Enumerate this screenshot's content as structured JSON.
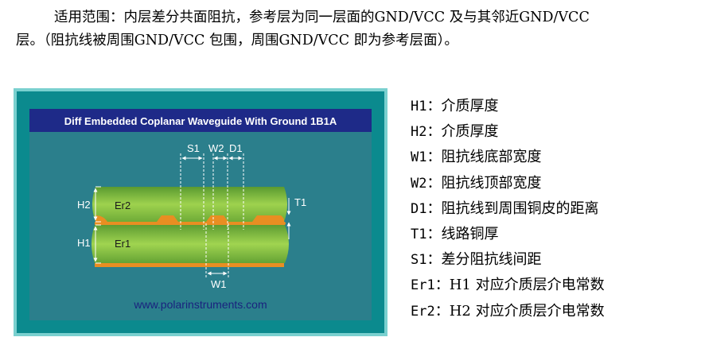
{
  "intro": {
    "line1": "适用范围：内层差分共面阻抗，参考层为同一层面的GND/VCC 及与其邻近GND/VCC",
    "line2": "层。（阻抗线被周围GND/VCC 包围，周围GND/VCC 即为参考层面）。"
  },
  "figure": {
    "title": "Diff Embedded Coplanar Waveguide With Ground 1B1A",
    "labels": {
      "s1": "S1",
      "w2": "W2",
      "d1": "D1",
      "h2": "H2",
      "h1": "H1",
      "er2": "Er2",
      "er1": "Er1",
      "t1": "T1",
      "w1": "W1"
    },
    "url": "www.polarinstruments.com",
    "colors": {
      "frame": "#0b8a8e",
      "frame_edge": "#7ad0cf",
      "title_bg": "#1e2a88",
      "title_text": "#ffffff",
      "inner_bg": "#2b7f8c",
      "dielectric": "#8cc63f",
      "dielectric_dark": "#5f9e35",
      "copper": "#e88e22",
      "url_text": "#1a237e"
    }
  },
  "definitions": [
    {
      "key": "H1",
      "sep": "：",
      "text": "介质厚度"
    },
    {
      "key": "H2",
      "sep": "：",
      "text": "介质厚度"
    },
    {
      "key": "W1",
      "sep": "：",
      "text": "阻抗线底部宽度"
    },
    {
      "key": "W2",
      "sep": "：",
      "text": "阻抗线顶部宽度"
    },
    {
      "key": "D1",
      "sep": "：",
      "text": "阻抗线到周围铜皮的距离"
    },
    {
      "key": "T1",
      "sep": "：",
      "text": "线路铜厚"
    },
    {
      "key": "S1",
      "sep": "：",
      "text": "差分阻抗线间距"
    },
    {
      "key": "Er1",
      "sep": "：",
      "text": "H1 对应介质层介电常数"
    },
    {
      "key": "Er2",
      "sep": "：",
      "text": "H2 对应介质层介电常数"
    }
  ]
}
